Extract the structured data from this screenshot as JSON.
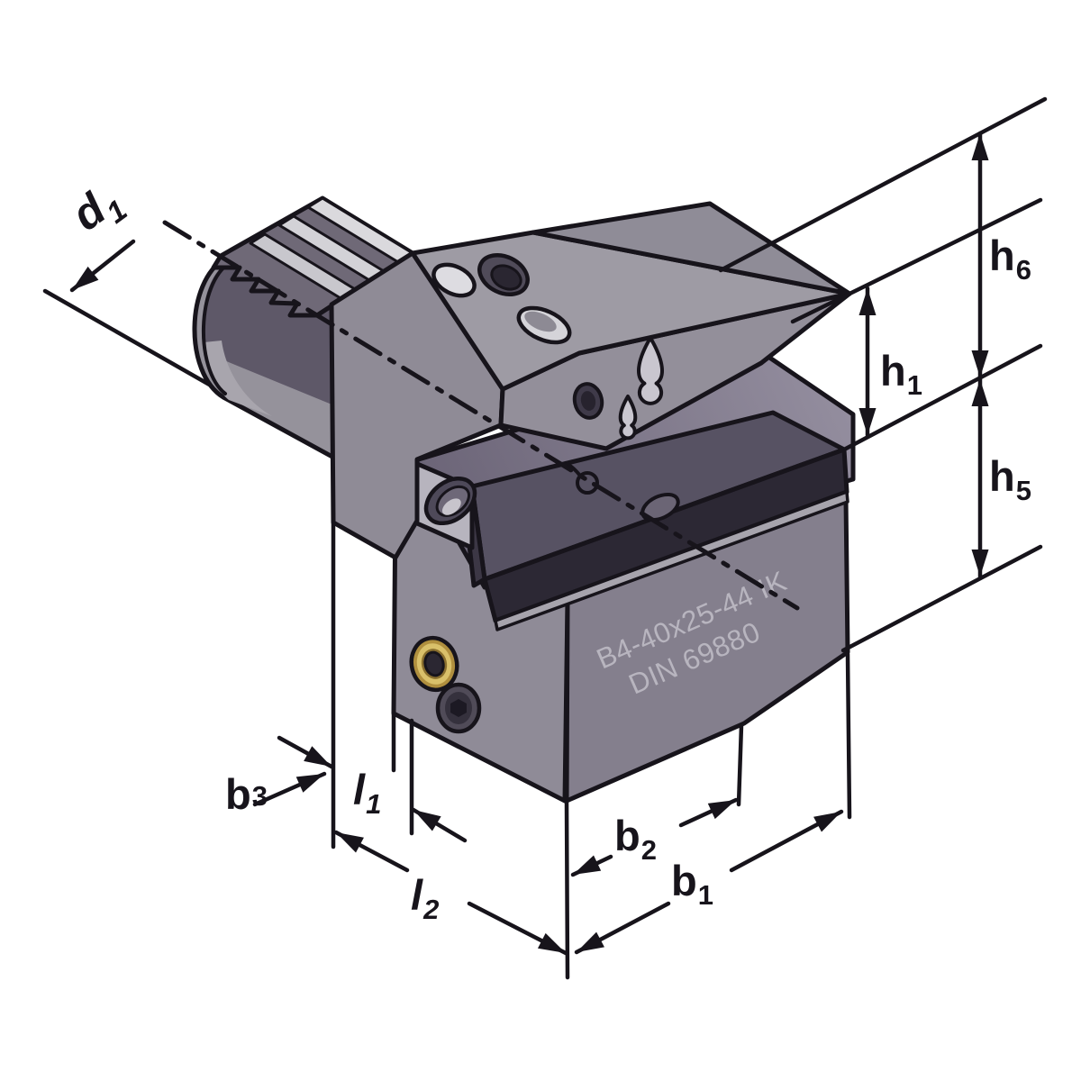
{
  "drawing": {
    "type": "isometric technical drawing",
    "subject": "radial tool holder block with serrated cylindrical shank"
  },
  "part": {
    "markings": [
      "B4-40x25-44 IK",
      "DIN 69880"
    ]
  },
  "labels": {
    "d1": {
      "main": "d",
      "sub": "1"
    },
    "h6": {
      "main": "h",
      "sub": "6"
    },
    "h1": {
      "main": "h",
      "sub": "1"
    },
    "h5": {
      "main": "h",
      "sub": "5"
    },
    "b3": {
      "main": "b",
      "sub": "3"
    },
    "l1": {
      "main": "l",
      "sub": "1"
    },
    "l2": {
      "main": "l",
      "sub": "2"
    },
    "b2": {
      "main": "b",
      "sub": "2"
    },
    "b1": {
      "main": "b",
      "sub": "1"
    }
  },
  "colors": {
    "background": "#ffffff",
    "outline": "#17141b",
    "engraving": "#b8b5bf",
    "face_light": "#9e9ba4",
    "face_mid": "#8f8b96",
    "face_front": "#938f9a",
    "face_text": "#847f8d",
    "face_left_lower": "#8f8b97",
    "slot_seat": "#575263",
    "slot_lip": "#2c2834",
    "rear_wall_light": "#948e9f",
    "rear_wall_dark": "#6a6376",
    "shank_dark": "#5e5868",
    "serration_light": "#dad9dd",
    "brass_outer": "#b08f3e",
    "brass_light": "#d9c06a",
    "teardrop": "#c9c6cf",
    "notch_bright": "#b7b4be"
  }
}
